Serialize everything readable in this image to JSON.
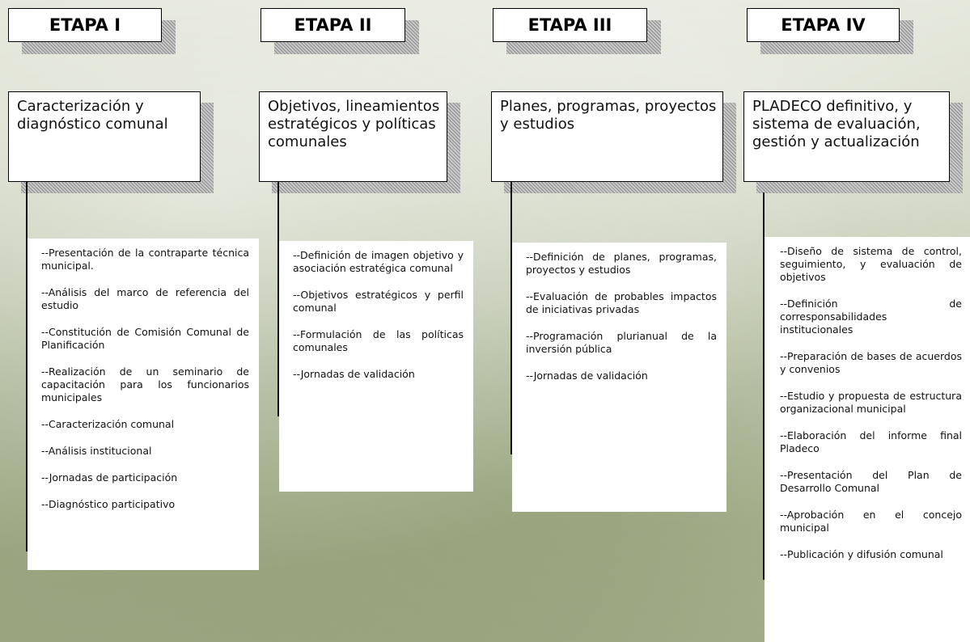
{
  "stages": [
    {
      "title": "ETAPA I",
      "heading": "Caracterización y diagnóstico comunal",
      "items": [
        "--Presentación de la contraparte técnica municipal.",
        "--Análisis del marco de referencia del estudio",
        "--Constitución de Comisión Comunal de Planificación",
        "--Realización de un seminario de capacitación para los funcionarios municipales",
        "--Caracterización comunal",
        "--Análisis institucional",
        "--Jornadas de participación",
        "--Diagnóstico participativo"
      ]
    },
    {
      "title": "ETAPA II",
      "heading": "Objetivos, lineamientos estratégicos y políticas comunales",
      "items": [
        "--Definición de imagen objetivo y asociación estratégica comunal",
        "--Objetivos estratégicos y perfil comunal",
        "--Formulación de las políticas comunales",
        "--Jornadas de validación"
      ]
    },
    {
      "title": "ETAPA III",
      "heading": "Planes, programas, proyectos y estudios",
      "items": [
        "--Definición de planes, programas, proyectos y estudios",
        "--Evaluación de probables impactos de iniciativas privadas",
        "--Programación plurianual de la inversión pública",
        "--Jornadas de validación"
      ]
    },
    {
      "title": "ETAPA IV",
      "heading": "PLADECO definitivo, y sistema de evaluación, gestión y actualización",
      "items": [
        "--Diseño de sistema de control, seguimiento, y evaluación de objetivos",
        "--Definición de corresponsabilidades institucionales",
        "--Preparación de bases de acuerdos y convenios",
        "--Estudio y propuesta de estructura organizacional municipal",
        "--Elaboración del informe final Pladeco",
        "--Presentación del Plan de Desarrollo Comunal",
        "--Aprobación en el concejo municipal",
        "--Publicación y difusión comunal"
      ]
    }
  ]
}
